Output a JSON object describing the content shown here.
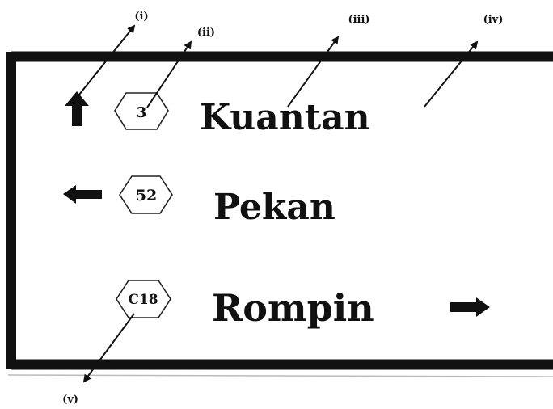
{
  "sign": {
    "rows": [
      {
        "direction": "ahead",
        "route": "3",
        "place": "Kuantan"
      },
      {
        "direction": "left",
        "route": "52",
        "place": "Pekan"
      },
      {
        "direction": "right",
        "route": "C18",
        "place": "Rompin"
      }
    ]
  },
  "callouts": [
    {
      "label": "(i)"
    },
    {
      "label": "(ii)"
    },
    {
      "label": "(iii)"
    },
    {
      "label": "(iv)"
    },
    {
      "label": "(v)"
    }
  ],
  "colors": {
    "ink": "#111111",
    "background": "#ffffff"
  }
}
